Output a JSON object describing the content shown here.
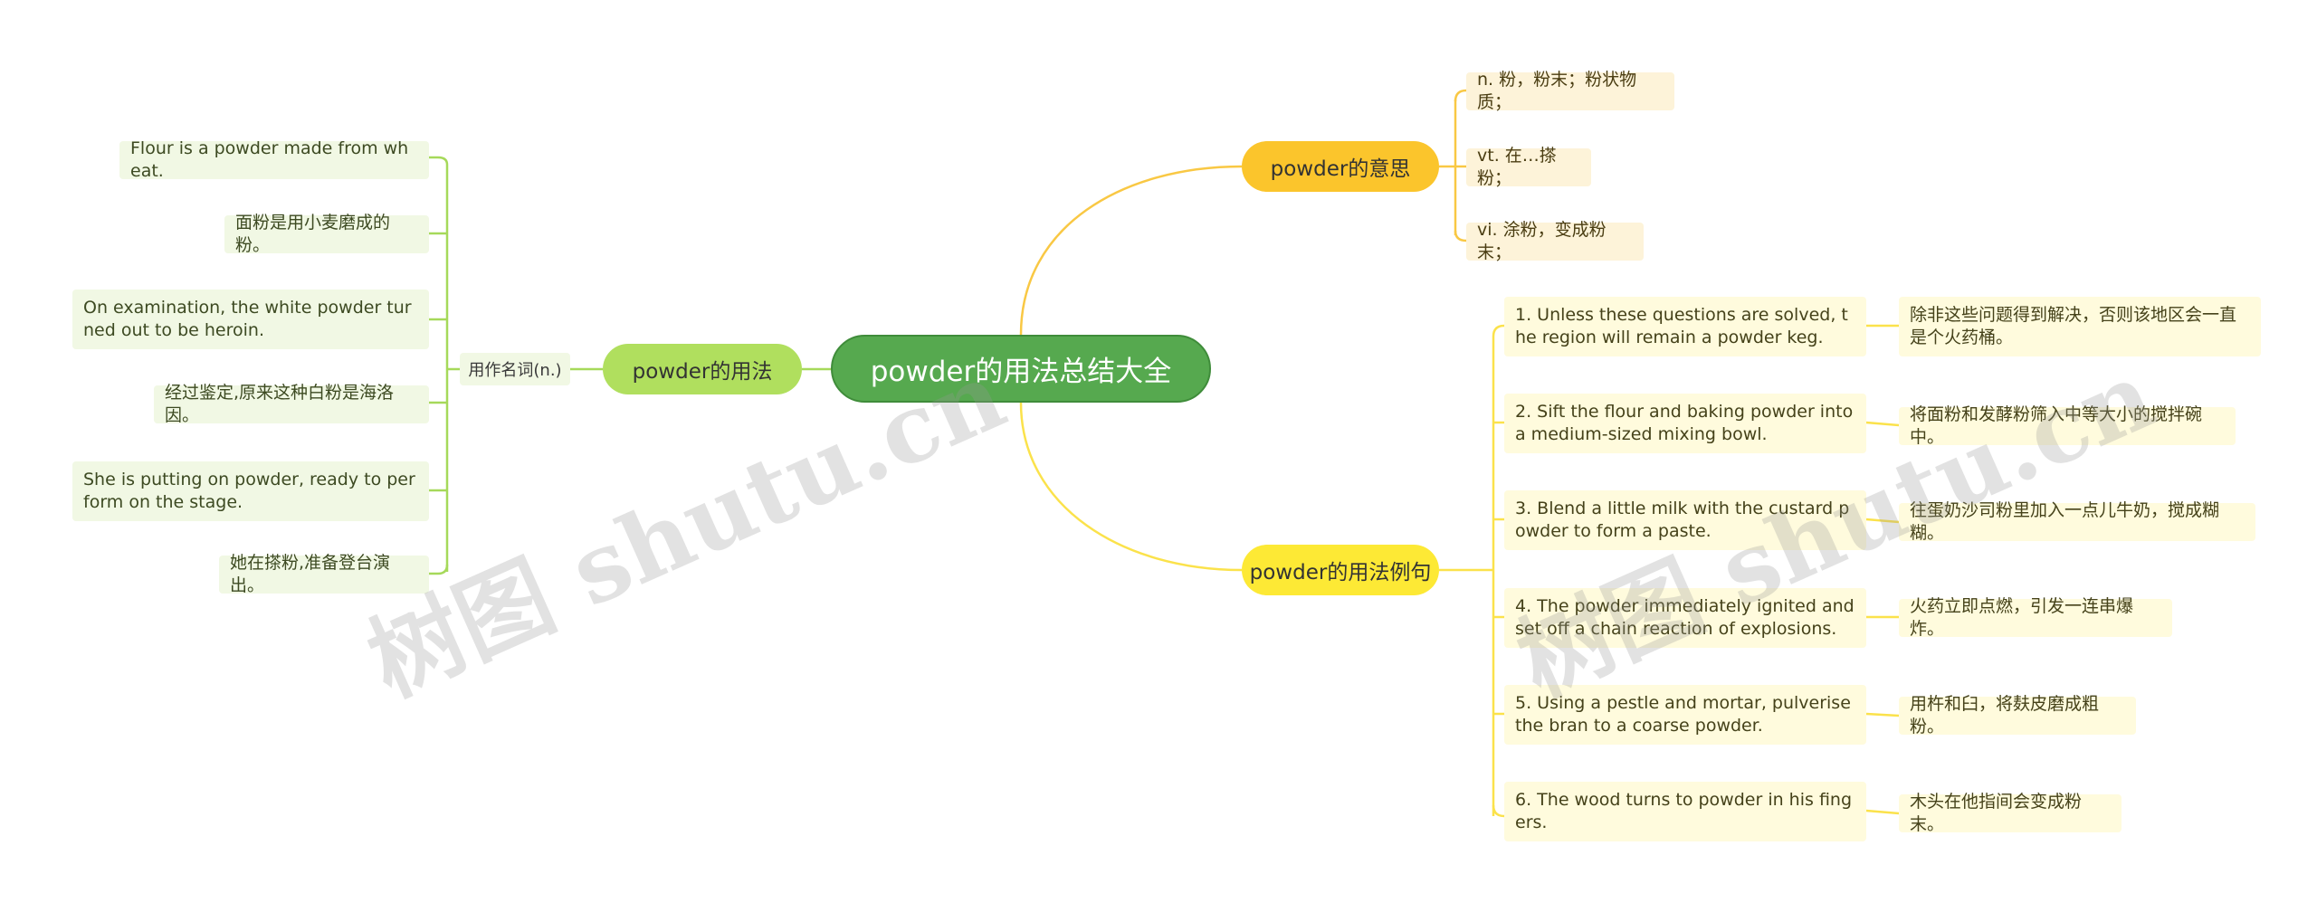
{
  "root": {
    "label": "powder的用法总结大全"
  },
  "usage": {
    "label": "powder的用法",
    "sub_label": "用作名词(n.)",
    "items": [
      "Flour is a powder made from wheat.",
      "面粉是用小麦磨成的粉。",
      "On examination, the white powder turned out to be heroin.",
      "经过鉴定,原来这种白粉是海洛因。",
      "She is putting on powder, ready to perform on the stage.",
      "她在搽粉,准备登台演出。"
    ]
  },
  "meaning": {
    "label": "powder的意思",
    "items": [
      "n. 粉，粉末；粉状物质；",
      "vt. 在…搽粉；",
      "vi. 涂粉，变成粉末；"
    ]
  },
  "examples": {
    "label": "powder的用法例句",
    "items": [
      {
        "en": "1. Unless these questions are solved, the region will remain a powder keg.",
        "zh": "除非这些问题得到解决，否则该地区会一直是个火药桶。"
      },
      {
        "en": "2. Sift the flour and baking powder into a medium-sized mixing bowl.",
        "zh": "将面粉和发酵粉筛入中等大小的搅拌碗中。"
      },
      {
        "en": "3. Blend a little milk with the custard powder to form a paste.",
        "zh": "往蛋奶沙司粉里加入一点儿牛奶，搅成糊糊。"
      },
      {
        "en": "4. The powder immediately ignited and set off a chain reaction of explosions.",
        "zh": "火药立即点燃，引发一连串爆炸。"
      },
      {
        "en": "5. Using a pestle and mortar, pulverise the bran to a coarse powder.",
        "zh": "用杵和臼，将麸皮磨成粗粉。"
      },
      {
        "en": "6. The wood turns to powder in his fingers.",
        "zh": "木头在他指间会变成粉末。"
      }
    ]
  },
  "watermark": {
    "text": "树图 shutu.cn"
  },
  "colors": {
    "root": "#56a94f",
    "usage": "#b0df5e",
    "meaning": "#fbc52c",
    "examples": "#fde935",
    "usage_line": "#a6d95a",
    "meaning_line": "#f9c844",
    "examples_line": "#fbe24b"
  }
}
